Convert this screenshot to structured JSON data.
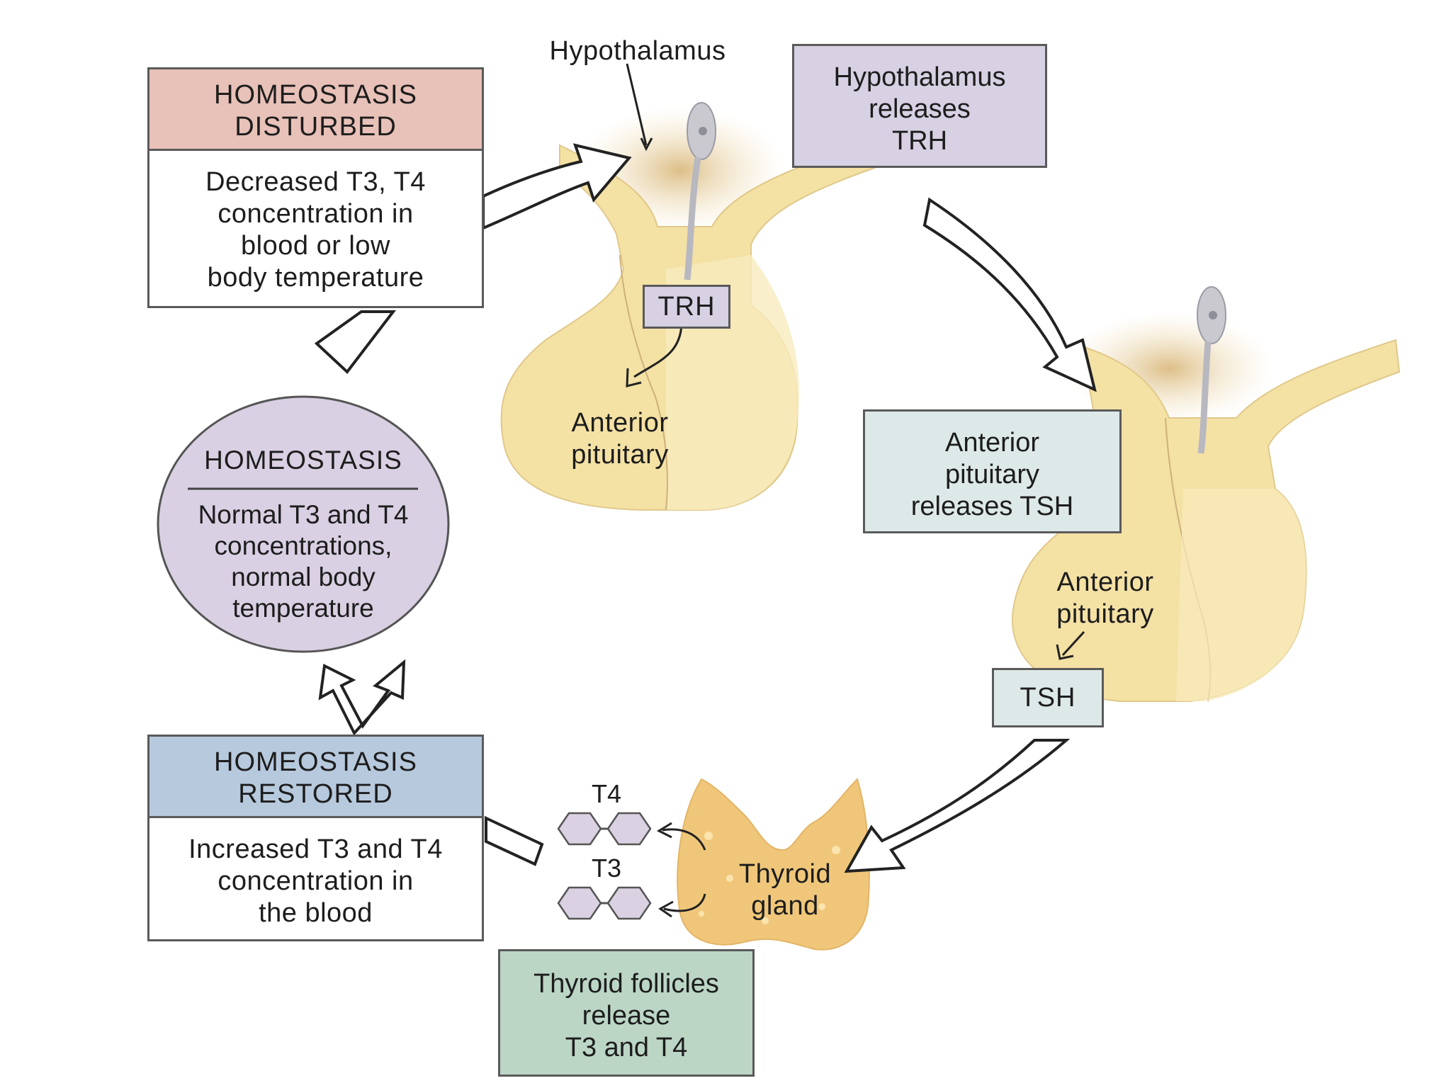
{
  "labels": {
    "hypothalamus": "Hypothalamus",
    "anterior_pituitary_1": [
      "Anterior",
      "pituitary"
    ],
    "anterior_pituitary_2": [
      "Anterior",
      "pituitary"
    ],
    "thyroid_gland": [
      "Thyroid",
      "gland"
    ],
    "t4_molecule": "T4",
    "t3_molecule": "T3"
  },
  "tags": {
    "trh": "TRH",
    "tsh": "TSH"
  },
  "disturbed_box": {
    "header": [
      "HOMEOSTASIS",
      "DISTURBED"
    ],
    "body": [
      "Decreased T3, T4",
      "concentration in",
      "blood or low",
      "body temperature"
    ]
  },
  "homeostasis_circle": {
    "title": "HOMEOSTASIS",
    "body": [
      "Normal T3 and T4",
      "concentrations,",
      "normal body",
      "temperature"
    ]
  },
  "restored_box": {
    "header": [
      "HOMEOSTASIS",
      "RESTORED"
    ],
    "body": [
      "Increased T3 and T4",
      "concentration in",
      "the blood"
    ]
  },
  "step_boxes": {
    "hypothalamus_releases": [
      "Hypothalamus",
      "releases",
      "TRH"
    ],
    "pituitary_releases": [
      "Anterior",
      "pituitary",
      "releases TSH"
    ],
    "follicles_release": [
      "Thyroid follicles",
      "release",
      "T3 and T4"
    ]
  },
  "colors": {
    "disturbed_header": "#e8c1b8",
    "restored_header": "#b7c9dd",
    "circle_fill": "#d9d0e3",
    "hypothalamus_box": "#d8d0e3",
    "pituitary_box": "#dde9e8",
    "follicles_box": "#bcd6c6",
    "trh_tag": "#d8d0e3",
    "tsh_tag": "#dde9e8",
    "gland_fill": "#f4e1a4",
    "thyroid_fill": "#f0c77a",
    "molecule_fill": "#dad1e3"
  }
}
